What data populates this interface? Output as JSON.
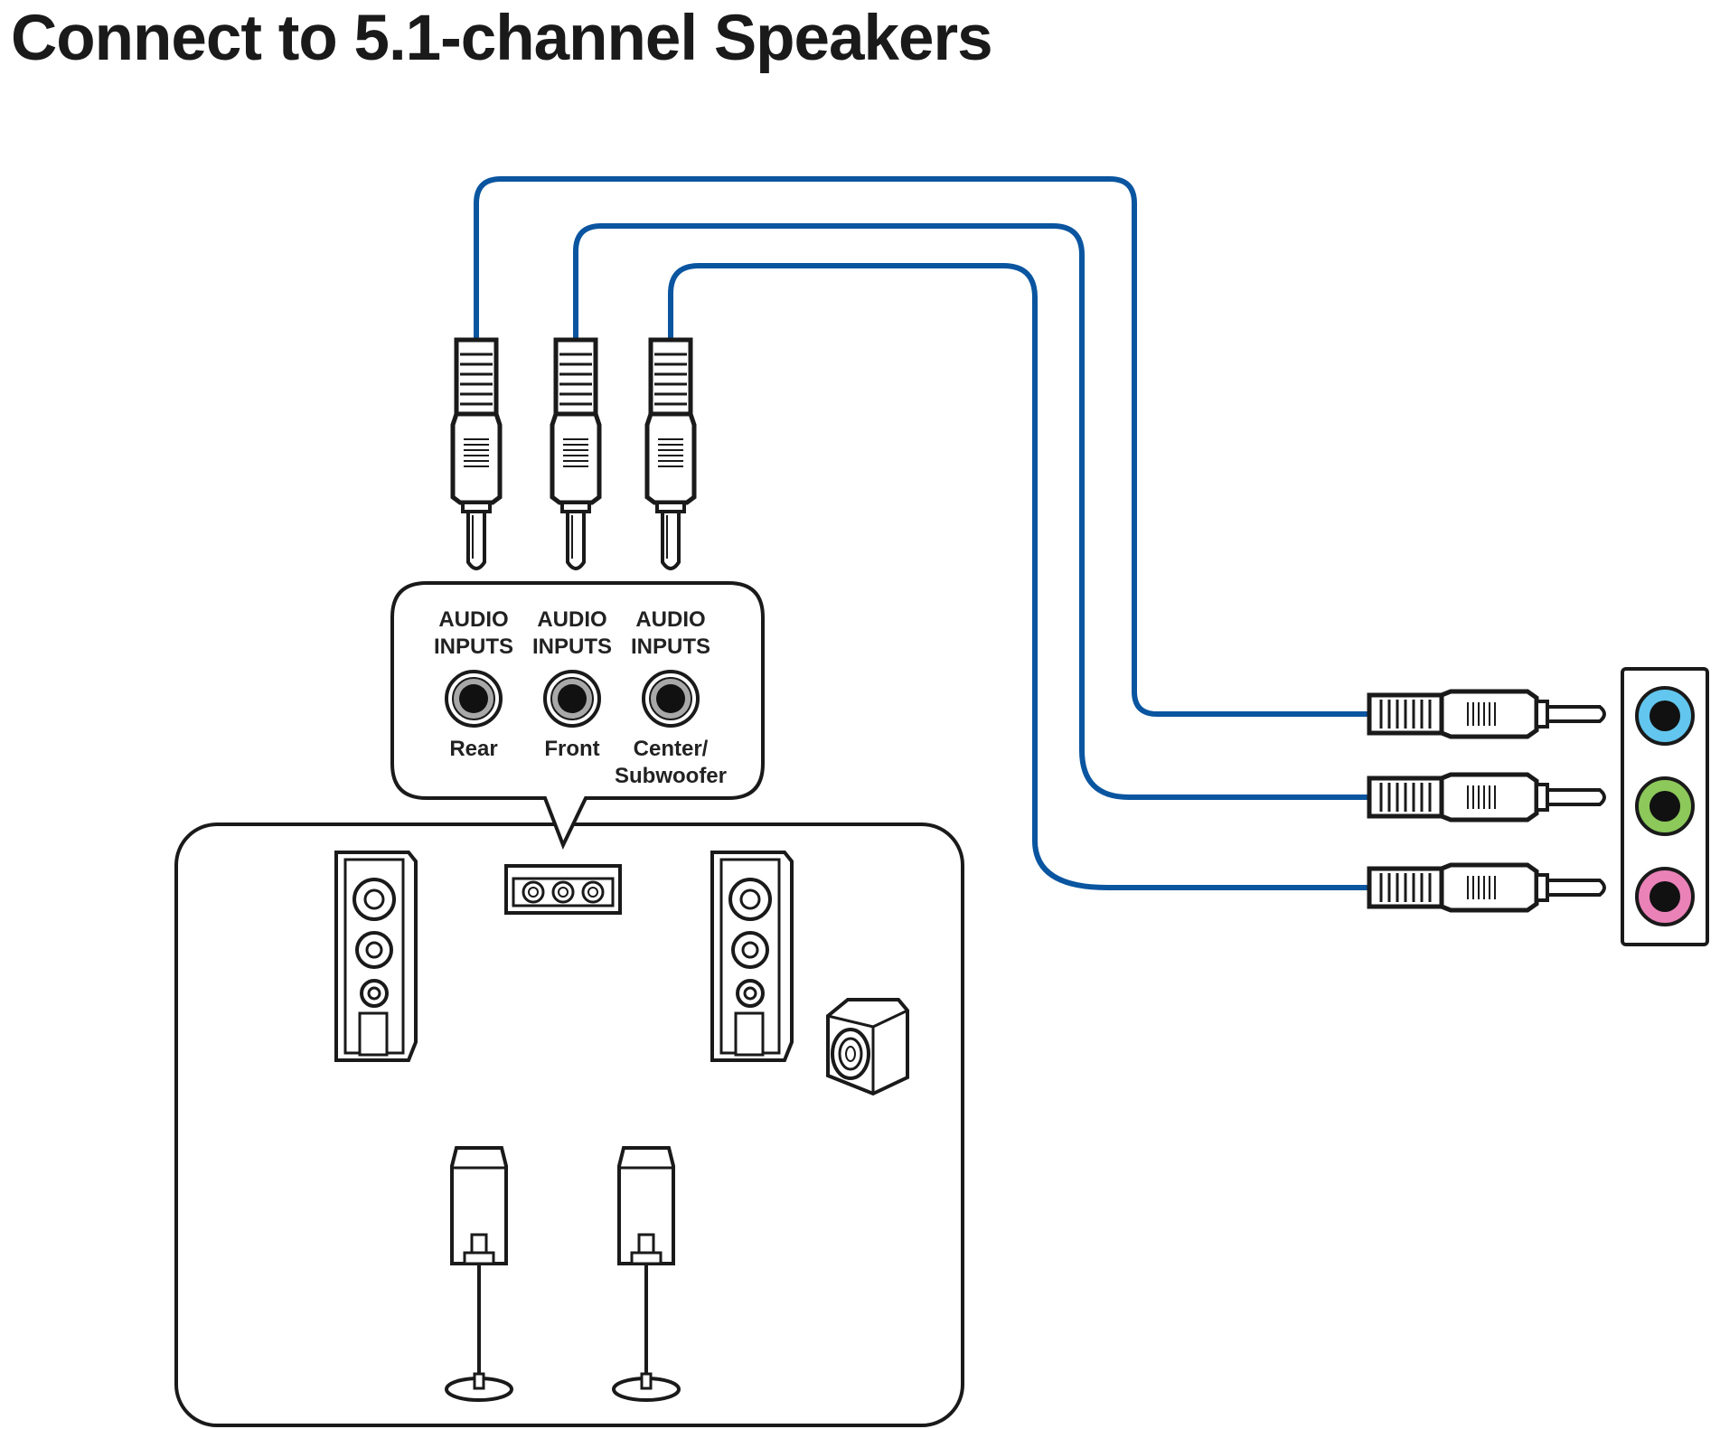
{
  "title": "Connect to 5.1-channel Speakers",
  "speaker_inputs": [
    {
      "line1": "AUDIO",
      "line2": "INPUTS",
      "name": "Rear"
    },
    {
      "line1": "AUDIO",
      "line2": "INPUTS",
      "name": "Front"
    },
    {
      "line1": "AUDIO",
      "line2": "INPUTS",
      "name": "Center/",
      "name2": "Subwoofer"
    }
  ],
  "io_ports": [
    {
      "icon": "jack-port-blue-icon",
      "color": "#62c6ee"
    },
    {
      "icon": "jack-port-green-icon",
      "color": "#8cc85a"
    },
    {
      "icon": "jack-port-pink-icon",
      "color": "#ea82b8"
    }
  ],
  "colors": {
    "cable": "#0a55a0",
    "outline": "#1a1a1a"
  }
}
